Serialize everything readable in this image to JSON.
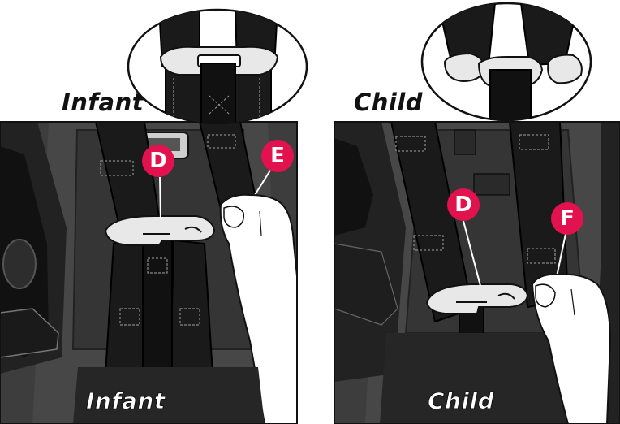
{
  "panels": {
    "infant": {
      "heading": "Infant",
      "caption": "Infant",
      "callouts": [
        "D",
        "E"
      ]
    },
    "child": {
      "heading": "Child",
      "caption": "Child",
      "callouts": [
        "D",
        "F"
      ]
    }
  },
  "colors": {
    "callout": "#e2124f",
    "seat_shell": "#3d3d3d",
    "strap": "#1a1a1a",
    "clip": "#e8e8e8"
  }
}
